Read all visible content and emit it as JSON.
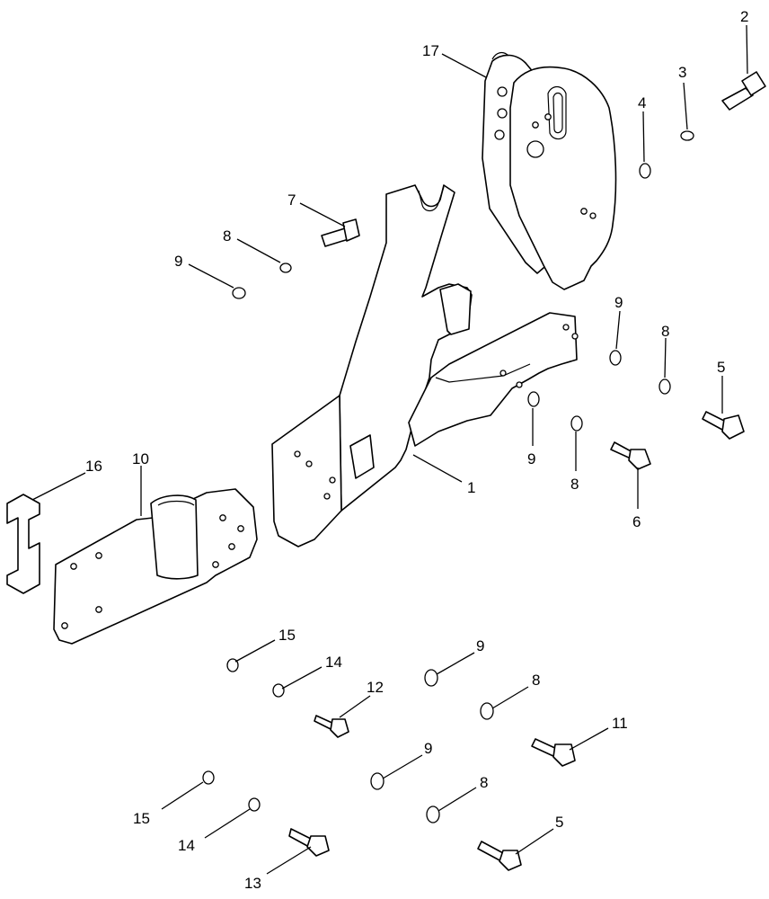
{
  "diagram": {
    "labels": {
      "l1": "1",
      "l2": "2",
      "l3": "3",
      "l4": "4",
      "l5a": "5",
      "l5b": "5",
      "l6": "6",
      "l7": "7",
      "l8a": "8",
      "l8b": "8",
      "l8c": "8",
      "l8d": "8",
      "l8e": "8",
      "l9a": "9",
      "l9b": "9",
      "l9c": "9",
      "l9d": "9",
      "l9e": "9",
      "l10": "10",
      "l11": "11",
      "l12": "12",
      "l13": "13",
      "l14a": "14",
      "l14b": "14",
      "l15a": "15",
      "l15b": "15",
      "l16": "16",
      "l17": "17"
    }
  }
}
